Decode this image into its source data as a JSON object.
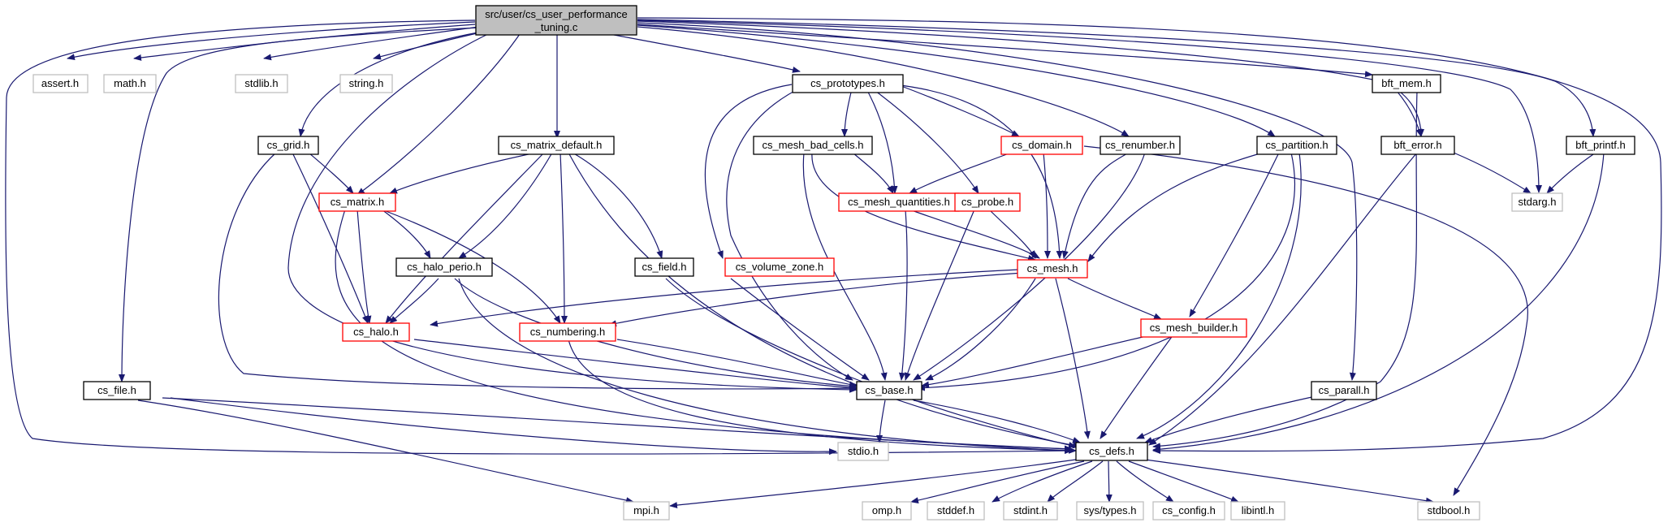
{
  "colors": {
    "edge": "#191970",
    "root_fill": "#bfbfbf",
    "box_black": "#000000",
    "box_red": "#ff0000",
    "box_gray": "#bfbfbf"
  },
  "nodes": {
    "root": {
      "label": "src/user/cs_user_performance",
      "label2": "_tuning.c"
    },
    "assert": {
      "label": "assert.h"
    },
    "math": {
      "label": "math.h"
    },
    "stdlib": {
      "label": "stdlib.h"
    },
    "string": {
      "label": "string.h"
    },
    "cs_grid": {
      "label": "cs_grid.h"
    },
    "cs_matrix_default": {
      "label": "cs_matrix_default.h"
    },
    "cs_prototypes": {
      "label": "cs_prototypes.h"
    },
    "cs_mesh_bad_cells": {
      "label": "cs_mesh_bad_cells.h"
    },
    "cs_domain": {
      "label": "cs_domain.h"
    },
    "cs_matrix": {
      "label": "cs_matrix.h"
    },
    "cs_mesh_quantities": {
      "label": "cs_mesh_quantities.h"
    },
    "cs_probe": {
      "label": "cs_probe.h"
    },
    "cs_renumber": {
      "label": "cs_renumber.h"
    },
    "cs_partition": {
      "label": "cs_partition.h"
    },
    "bft_mem": {
      "label": "bft_mem.h"
    },
    "bft_error": {
      "label": "bft_error.h"
    },
    "bft_printf": {
      "label": "bft_printf.h"
    },
    "stdarg": {
      "label": "stdarg.h"
    },
    "cs_halo_perio": {
      "label": "cs_halo_perio.h"
    },
    "cs_field": {
      "label": "cs_field.h"
    },
    "cs_volume_zone": {
      "label": "cs_volume_zone.h"
    },
    "cs_mesh": {
      "label": "cs_mesh.h"
    },
    "cs_halo": {
      "label": "cs_halo.h"
    },
    "cs_numbering": {
      "label": "cs_numbering.h"
    },
    "cs_mesh_builder": {
      "label": "cs_mesh_builder.h"
    },
    "cs_file": {
      "label": "cs_file.h"
    },
    "cs_base": {
      "label": "cs_base.h"
    },
    "cs_parall": {
      "label": "cs_parall.h"
    },
    "stdio": {
      "label": "stdio.h"
    },
    "cs_defs": {
      "label": "cs_defs.h"
    },
    "mpi": {
      "label": "mpi.h"
    },
    "omp": {
      "label": "omp.h"
    },
    "stddef": {
      "label": "stddef.h"
    },
    "stdint": {
      "label": "stdint.h"
    },
    "sys_types": {
      "label": "sys/types.h"
    },
    "cs_config": {
      "label": "cs_config.h"
    },
    "libintl": {
      "label": "libintl.h"
    },
    "stdbool": {
      "label": "stdbool.h"
    }
  }
}
